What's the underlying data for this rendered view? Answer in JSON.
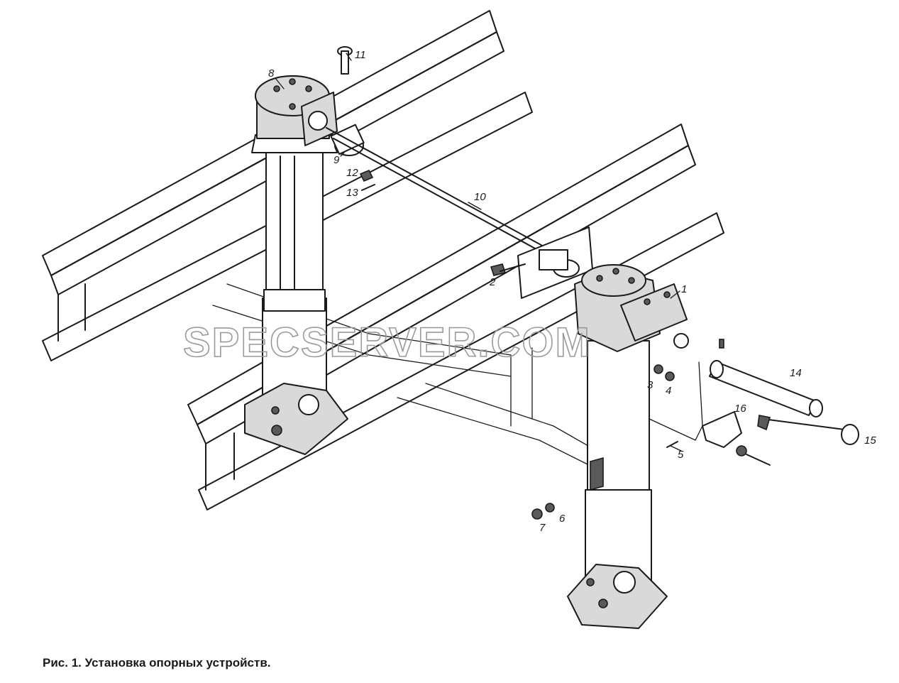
{
  "watermark": "SPECSERVER.COM",
  "caption": "Рис. 1. Установка опорных устройств.",
  "part_labels": [
    "1",
    "2",
    "3",
    "4",
    "5",
    "6",
    "7",
    "8",
    "9",
    "10",
    "11",
    "12",
    "13",
    "14",
    "15",
    "16"
  ]
}
